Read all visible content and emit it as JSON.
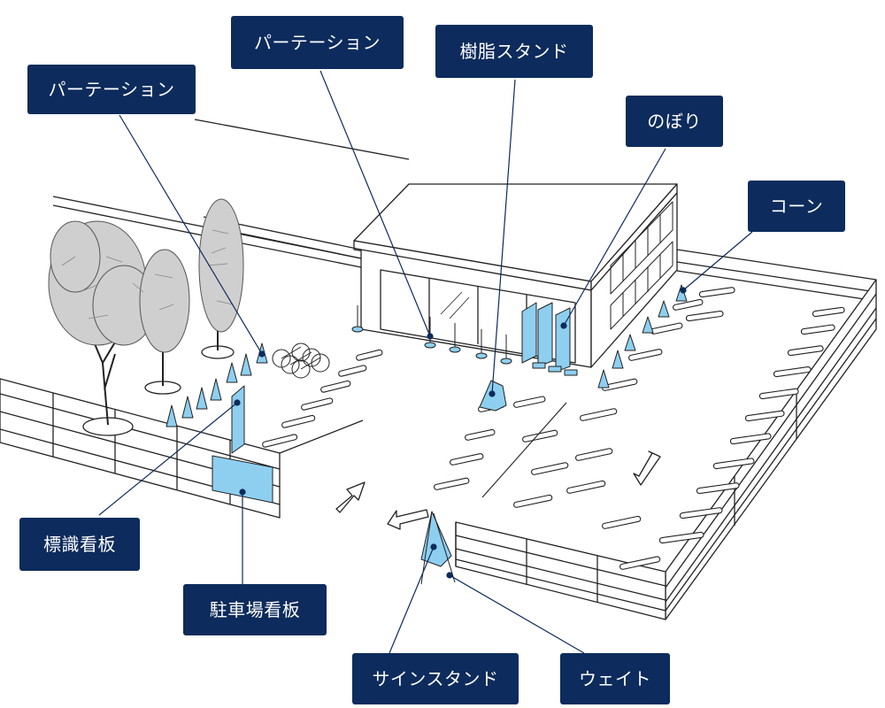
{
  "colors": {
    "label_bg": "#0d2b5c",
    "label_text": "#ffffff",
    "leader_line": "#0d2b5c",
    "item_fill": "#8ecff0",
    "outline": "#222222"
  },
  "labels": {
    "partition_left": "パーテーション",
    "partition_center": "パーテーション",
    "resin_stand": "樹脂スタンド",
    "nobori": "のぼり",
    "cone": "コーン",
    "sign_board": "標識看板",
    "parking_sign": "駐車場看板",
    "sign_stand": "サインスタンド",
    "weight": "ウェイト"
  }
}
